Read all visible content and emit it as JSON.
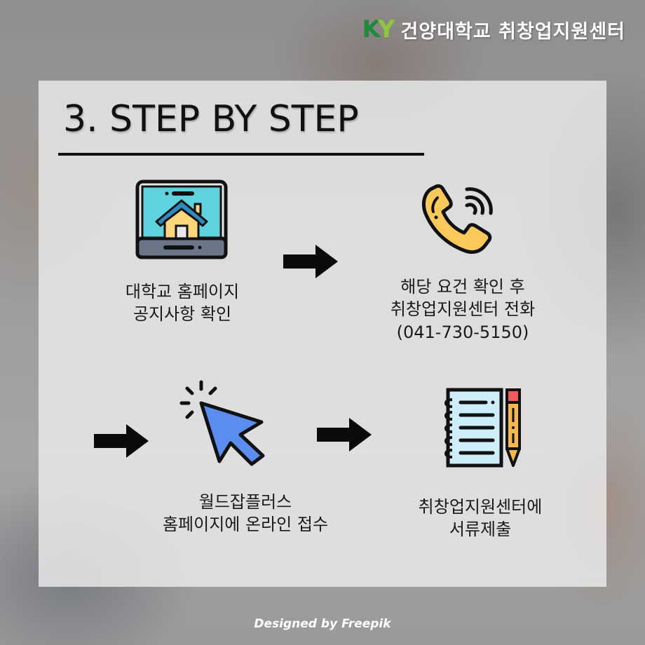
{
  "header": {
    "logo_text_k": "K",
    "logo_text_y": "Y",
    "title": "건양대학교 취창업지원센터",
    "logo_colors": {
      "k": "#1f8a3c",
      "y": "#8dc63f"
    }
  },
  "main": {
    "title": "3. STEP BY STEP",
    "steps": [
      {
        "icon": "laptop-home-icon",
        "lines": [
          "대학교 홈페이지",
          "공지사항 확인"
        ]
      },
      {
        "icon": "phone-call-icon",
        "lines": [
          "해당 요건 확인 후",
          "취창업지원센터 전화",
          "(041-730-5150)"
        ]
      },
      {
        "icon": "cursor-click-icon",
        "lines": [
          "월드잡플러스",
          "홈페이지에 온라인 접수"
        ]
      },
      {
        "icon": "notebook-pencil-icon",
        "lines": [
          "취창업지원센터에",
          "서류제출"
        ]
      }
    ],
    "arrows": [
      "arrow-right-icon",
      "arrow-right-icon",
      "arrow-right-icon"
    ]
  },
  "footer": {
    "credit": "Designed by Freepik"
  },
  "colors": {
    "screen_cyan": "#5fd3dd",
    "house_yellow": "#fcd679",
    "roof_blue": "#2e8bc0",
    "phone_yellow": "#fbc95a",
    "cursor_blue": "#5b8def",
    "notebook_blue": "#cdeef8",
    "pencil_orange": "#f7b84b",
    "eraser_red": "#ef5a5a"
  }
}
